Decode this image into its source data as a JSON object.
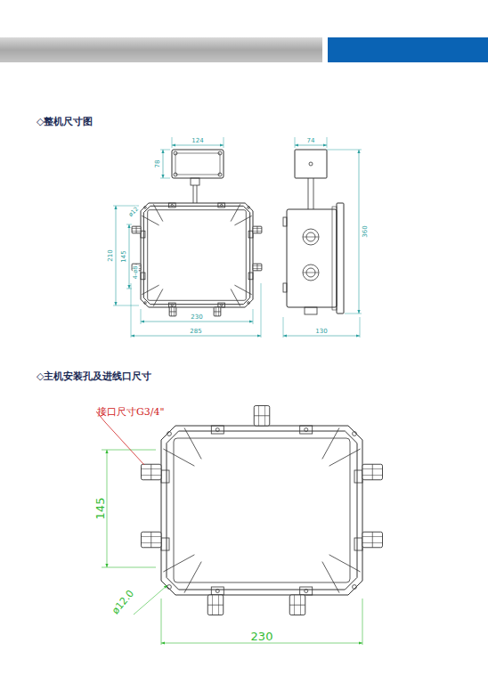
{
  "diagram": {
    "labels": [
      "◇整机尺寸图",
      "124",
      "78",
      "74",
      "360",
      "210",
      "145",
      "4-ø8",
      "ø12",
      "230",
      "285",
      "130",
      "◇主机安装孔及进线口尺寸",
      "接口尺寸G3/4\"",
      "145",
      "ø12.0",
      "230"
    ]
  }
}
